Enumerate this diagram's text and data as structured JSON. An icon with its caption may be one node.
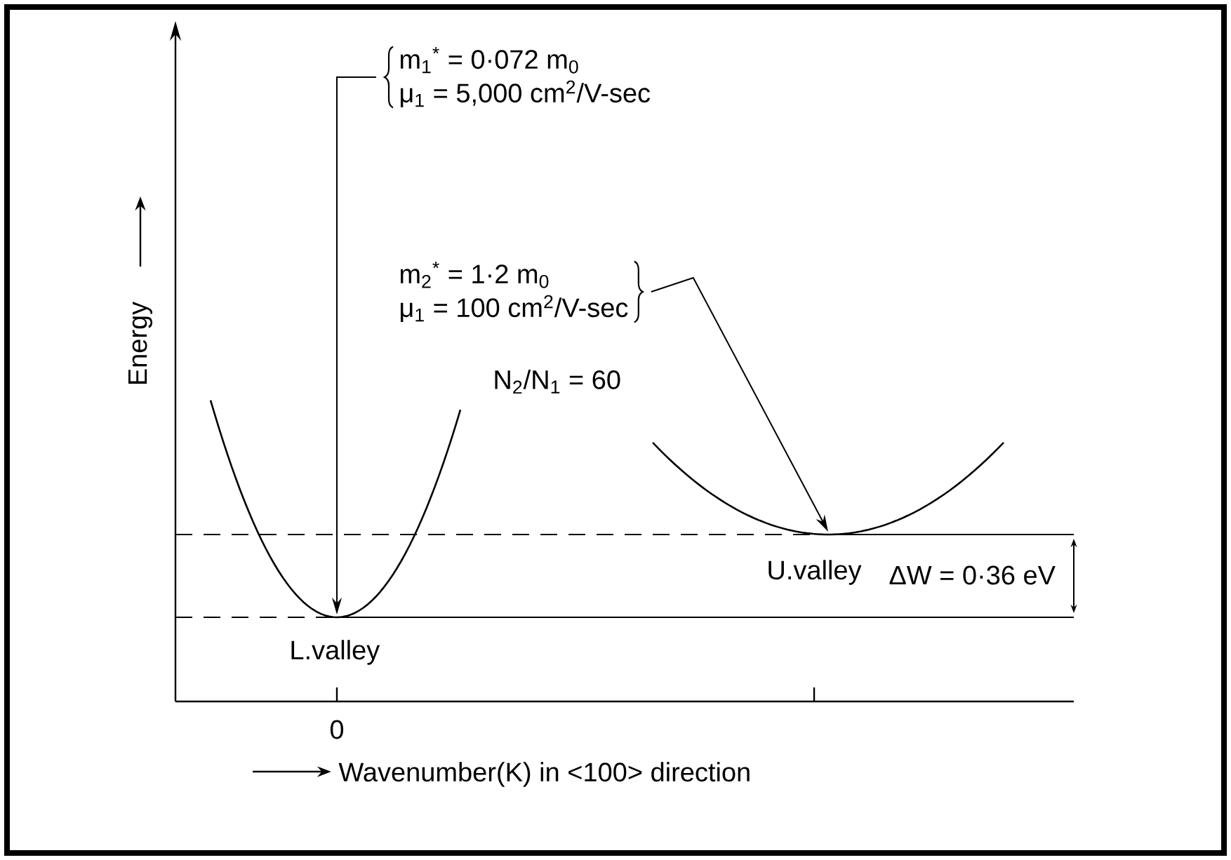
{
  "diagram": {
    "nodes": [
      {
        "text": [
          "m$_{1}$$^{*}$ = 0·072 m$_{0}$",
          "μ$_{1}$ = 5,000 cm$^{2}$/V-sec"
        ]
      },
      {
        "text": [
          "m$_{2}$$^{*}$ = 1·2 m$_{0}$",
          "μ$_{1}$ = 100 cm$^{2}$/V-sec"
        ]
      }
    ],
    "edges": [
      {
        "from": 0,
        "to": null,
        "arrow": "to"
      },
      {
        "from": 1,
        "to": null,
        "arrow": "to"
      }
    ],
    "labels": [
      "N$_{2}$/N$_{1}$ = 60",
      "Energy",
      "U.valley",
      "ΔW = 0·36 eV",
      "L.valley",
      "0",
      "Wavenumber(K) in <100> direction"
    ]
  }
}
